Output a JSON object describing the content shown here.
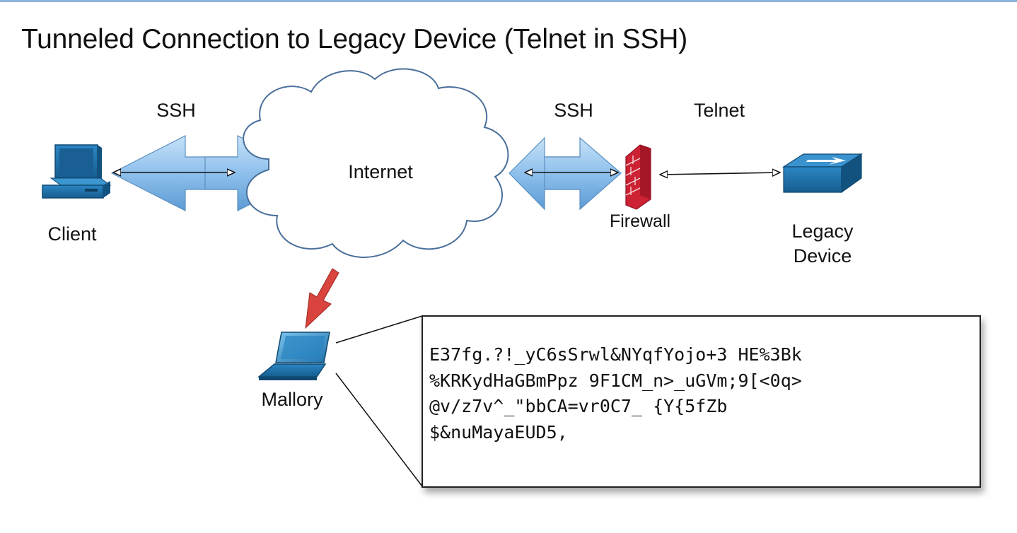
{
  "title": "Tunneled Connection to Legacy Device (Telnet in SSH)",
  "labels": {
    "ssh_left": "SSH",
    "ssh_right": "SSH",
    "telnet": "Telnet",
    "internet": "Internet",
    "client": "Client",
    "firewall": "Firewall",
    "legacy_line1": "Legacy",
    "legacy_line2": "Device",
    "mallory": "Mallory"
  },
  "intercepted_text": [
    "E37fg.?!_yC6sSrwl&NYqfYojo+3 HE%3Bk",
    "%KRKydHaGBmPpz 9F1CM_n>_uGVm;9[<0q>",
    "@v/z7v^_\"bbCA=vr0C7_ {Y{5fZb",
    "$&nuMayaEUD5,"
  ],
  "colors": {
    "arrow_fill": "#8ec0ec",
    "device_blue": "#1f6fa8",
    "firewall_red": "#cc2233",
    "intercept_arrow": "#d9453e",
    "cloud_fill": "#ffffff",
    "cloud_stroke": "#4a6f9a"
  },
  "icons": [
    "client-computer-icon",
    "cloud-icon",
    "firewall-icon",
    "router-icon",
    "laptop-icon"
  ]
}
